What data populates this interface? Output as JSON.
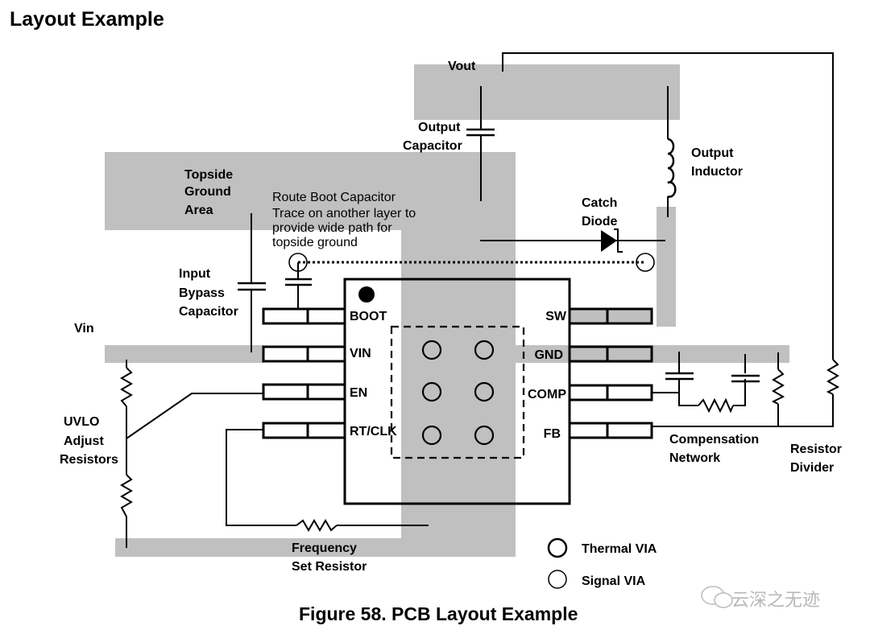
{
  "page": {
    "heading": "Layout Example",
    "caption": "Figure 58.  PCB Layout Example"
  },
  "colors": {
    "copper_area": "#c0c0c0",
    "trace": "#000000",
    "background": "#ffffff"
  },
  "labels": {
    "vout": "Vout",
    "vin": "Vin",
    "output_capacitor": [
      "Output",
      "Capacitor"
    ],
    "output_inductor": [
      "Output",
      "Inductor"
    ],
    "catch_diode": [
      "Catch",
      "Diode"
    ],
    "topside_ground": [
      "Topside",
      "Ground",
      "Area"
    ],
    "boot_note": [
      "Route Boot Capacitor",
      "Trace on another layer to",
      "provide wide path for",
      "topside ground"
    ],
    "input_bypass": [
      "Input",
      "Bypass",
      "Capacitor"
    ],
    "uvlo": [
      "UVLO",
      "Adjust",
      "Resistors"
    ],
    "frequency_set": [
      "Frequency",
      "Set Resistor"
    ],
    "compensation": [
      "Compensation",
      "Network"
    ],
    "resistor_divider": [
      "Resistor",
      "Divider"
    ]
  },
  "ic": {
    "left_pins": [
      "BOOT",
      "VIN",
      "EN",
      "RT/CLK"
    ],
    "right_pins": [
      "SW",
      "GND",
      "COMP",
      "FB"
    ]
  },
  "legend": [
    {
      "icon": "thermal-via-icon",
      "label": "Thermal VIA"
    },
    {
      "icon": "signal-via-icon",
      "label": "Signal VIA"
    }
  ],
  "watermark": "云深之无迹"
}
